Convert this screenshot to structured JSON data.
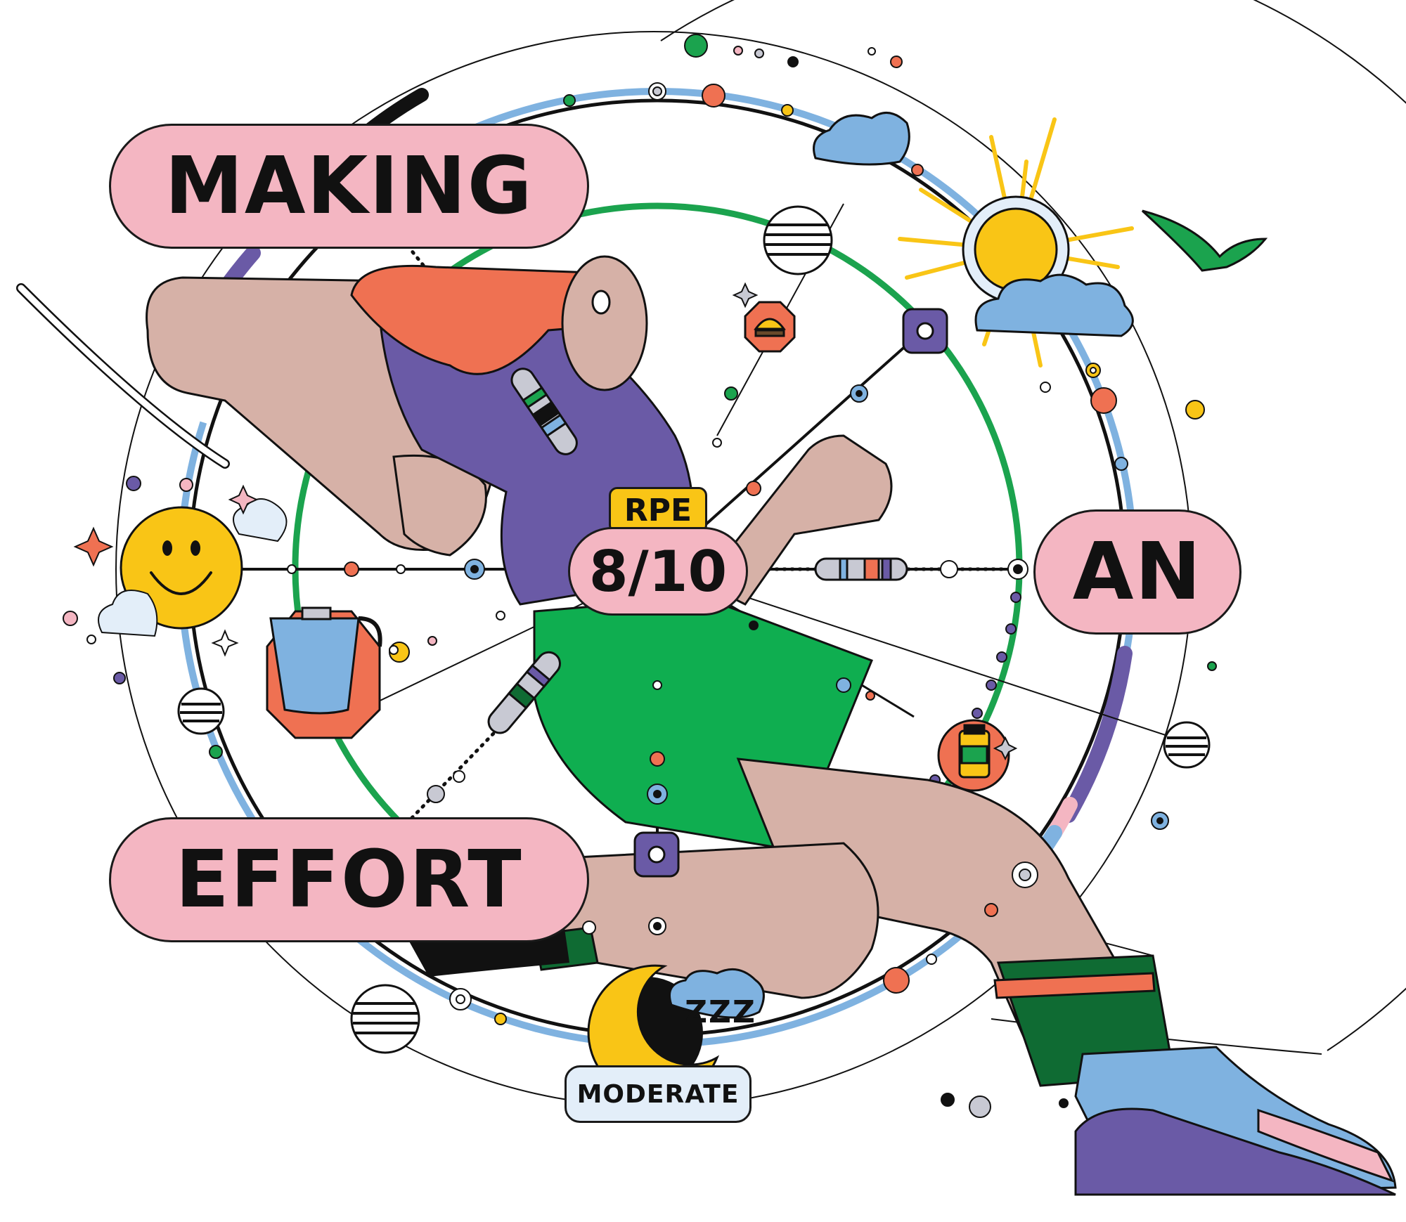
{
  "poster": {
    "title_words": [
      "MAKING",
      "AN",
      "EFFORT"
    ],
    "rpe_label": "RPE",
    "rpe_score": "8/10",
    "intensity_label": "MODERATE",
    "sleep_text": "ZZZ"
  },
  "colors": {
    "pill_fill": "#f4b6c2",
    "rpe_badge": "#f9c516",
    "moderate_badge": "#e3eef9",
    "ring_blue": "#7fb2e0",
    "ring_green": "#1ba34e",
    "purple": "#6a5aa6",
    "skin": "#d6b1a7",
    "hair": "#ef7152",
    "shorts": "#0fae50",
    "sun": "#f9c516",
    "cloud": "#7fb2e0",
    "sock_green": "#0f6b33"
  },
  "icons": [
    "smiley-icon",
    "sun-icon",
    "cloud-icon",
    "moon-icon",
    "coffee-pot-icon",
    "burger-icon",
    "pill-capsule-icon",
    "bird-icon",
    "supplement-bottle-icon",
    "sparkle-icon"
  ]
}
